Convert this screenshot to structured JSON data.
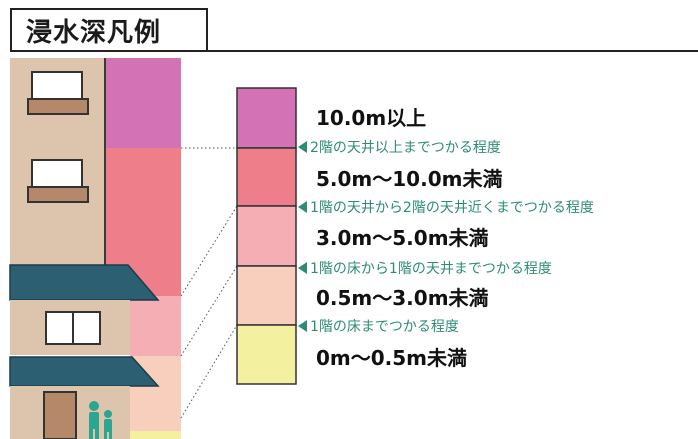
{
  "title": "浸水深凡例",
  "colors": {
    "band_top": "#d372b4",
    "band_2": "#ee7f8a",
    "band_3": "#f4aeb4",
    "band_4": "#f8cfbd",
    "band_5": "#f3f0a0",
    "building_wall": "#ddc4ad",
    "roof": "#2d5f73",
    "accent_teal": "#2d8c78"
  },
  "levels": [
    {
      "label": "10.0m以上"
    },
    {
      "label": "5.0m～10.0m未満"
    },
    {
      "label": "3.0m～5.0m未満"
    },
    {
      "label": "0.5m～3.0m未満"
    },
    {
      "label": "0m～0.5m未満"
    }
  ],
  "descriptions": [
    {
      "text": "2階の天井以上までつかる程度"
    },
    {
      "text": "1階の天井から2階の天井近くまでつかる程度"
    },
    {
      "text": "1階の床から1階の天井までつかる程度"
    },
    {
      "text": "1階の床までつかる程度"
    }
  ]
}
